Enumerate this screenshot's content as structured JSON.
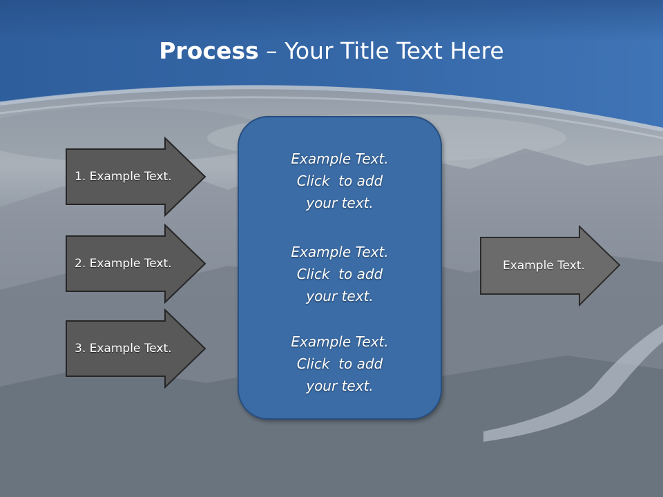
{
  "slide": {
    "title_bold": "Process",
    "title_rest": " – Your Title Text Here"
  },
  "inputs": [
    {
      "label": "1. Example Text."
    },
    {
      "label": "2. Example Text."
    },
    {
      "label": "3. Example Text."
    }
  ],
  "center": {
    "blocks": [
      {
        "lines": [
          "Example Text.",
          "Click  to add",
          "your text."
        ]
      },
      {
        "lines": [
          "Example Text.",
          "Click  to add",
          "your text."
        ]
      },
      {
        "lines": [
          "Example Text.",
          "Click  to add",
          "your text."
        ]
      }
    ]
  },
  "output": {
    "label": "Example Text."
  },
  "colors": {
    "header_blue": "#3b6aa8",
    "box_blue": "#3b6ca6",
    "arrow_dark": "#595959",
    "arrow_output": "#6b6b6b"
  }
}
